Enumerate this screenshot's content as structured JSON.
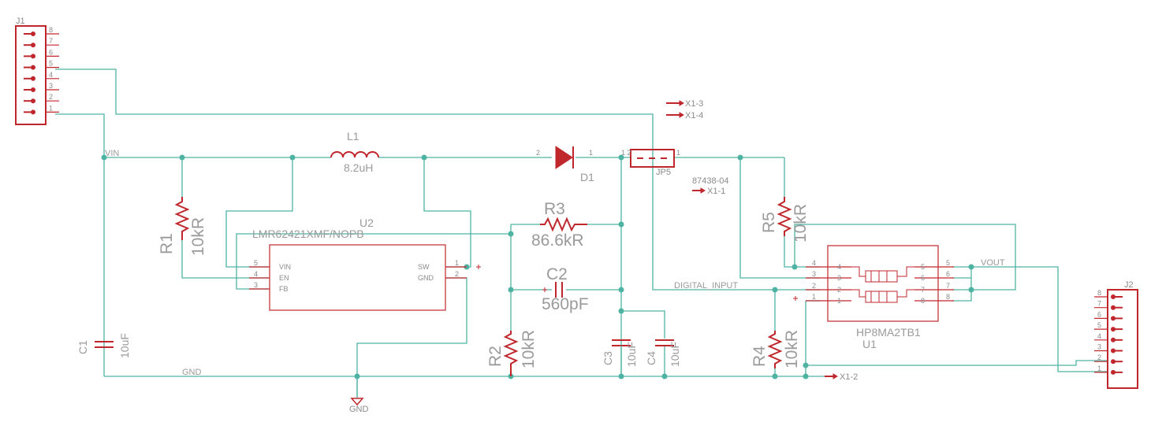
{
  "connectors": {
    "j1": {
      "name": "J1",
      "pins": [
        "8",
        "7",
        "6",
        "5",
        "4",
        "3",
        "2",
        "1"
      ]
    },
    "j2": {
      "name": "J2",
      "pins": [
        "8",
        "7",
        "6",
        "5",
        "4",
        "3",
        "2",
        "1"
      ]
    }
  },
  "nets": {
    "vin": "VIN",
    "gnd": "GND",
    "gnd_symbol": "GND",
    "digital_input": "DIGITAL_INPUT",
    "vout": "VOUT"
  },
  "inductor": {
    "name": "L1",
    "value": "8.2uH"
  },
  "diode": {
    "name": "D1",
    "pin_a": "2",
    "pin_k": "1"
  },
  "jumper": {
    "name": "JP5",
    "part": "87438-04",
    "pin_left": "1 2",
    "pin_right": "1"
  },
  "resistors": {
    "r1": {
      "name": "R1",
      "value": "10kR"
    },
    "r2": {
      "name": "R2",
      "value": "10kR"
    },
    "r3": {
      "name": "R3",
      "value": "86.6kR"
    },
    "r4": {
      "name": "R4",
      "value": "10kR"
    },
    "r5": {
      "name": "R5",
      "value": "10kR"
    }
  },
  "capacitors": {
    "c1": {
      "name": "C1",
      "value": "10uF"
    },
    "c2": {
      "name": "C2",
      "value": "560pF"
    },
    "c3": {
      "name": "C3",
      "value": "10uF"
    },
    "c4": {
      "name": "C4",
      "value": "10uF"
    }
  },
  "u2": {
    "name": "U2",
    "part": "LMR62421XMF/NOPB",
    "left_pins": [
      {
        "num": "5",
        "label": "VIN"
      },
      {
        "num": "4",
        "label": "EN"
      },
      {
        "num": "3",
        "label": "FB"
      }
    ],
    "right_pins": [
      {
        "num": "1",
        "label": "SW"
      },
      {
        "num": "2",
        "label": "GND"
      }
    ]
  },
  "u1": {
    "name": "U1",
    "part": "HP8MA2TB1",
    "left_outer": [
      "4",
      "3",
      "2",
      "1"
    ],
    "left_inner": [
      "4",
      "3",
      "2",
      "1"
    ],
    "right_inner": [
      "5",
      "6",
      "7",
      "8"
    ],
    "right_outer": [
      "5",
      "6",
      "7",
      "8"
    ]
  },
  "offsheet": {
    "x13": "X1-3",
    "x14": "X1-4",
    "x11": "X1-1",
    "x12": "X1-2"
  },
  "colors": {
    "wire": "#4fb3a3",
    "part": "#c0272d",
    "label": "#9a9a9a"
  }
}
